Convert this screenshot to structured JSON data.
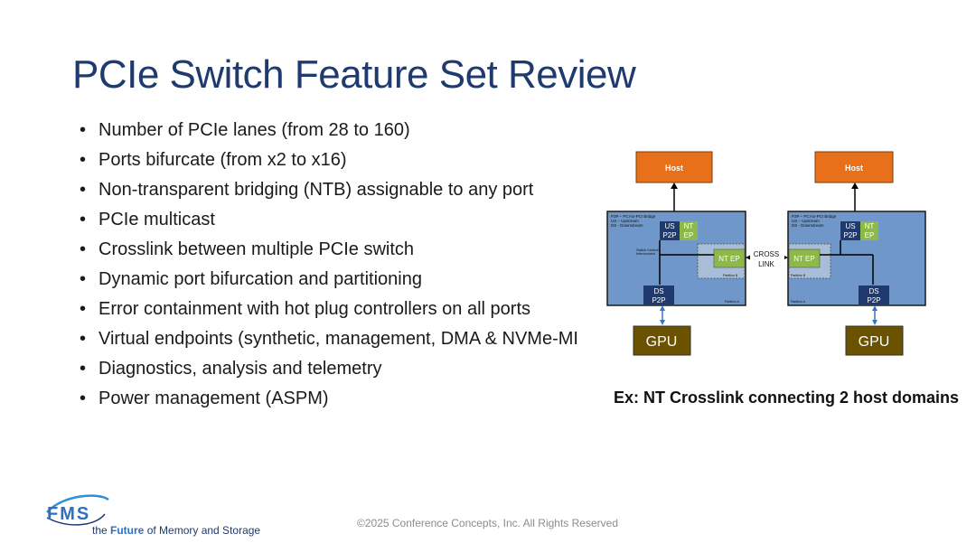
{
  "slide": {
    "title": "PCIe Switch Feature Set Review",
    "bullets": [
      "Number of PCIe lanes (from 28 to 160)",
      "Ports bifurcate (from x2 to x16)",
      "Non-transparent bridging (NTB) assignable to any port",
      "PCIe multicast",
      "Crosslink between multiple PCIe switch",
      "Dynamic port bifurcation and partitioning",
      "Error containment with hot plug controllers on all ports",
      "Virtual endpoints (synthetic, management, DMA & NVMe-MI",
      "Diagnostics, analysis and telemetry",
      "Power management (ASPM)"
    ],
    "caption": "Ex: NT Crosslink connecting 2 host domains",
    "footer": "©2025 Conference Concepts, Inc. All Rights Reserved"
  },
  "diagram": {
    "host_label": "Host",
    "gpu_label": "GPU",
    "legend": [
      "P2P – PCI-to-PCI Bridge",
      "US – Upstream",
      "DS - Downstream"
    ],
    "us_label": [
      "US",
      "P2P"
    ],
    "nt_label": [
      "NT",
      "EP"
    ],
    "nt_ep_label": "NT EP",
    "ds_label": [
      "DS",
      "P2P"
    ],
    "crosslink_label": [
      "CROSS",
      "LINK"
    ],
    "switch_central": [
      "Switch Central",
      "Interconnect"
    ],
    "partition_a": "Partition A",
    "partition_b": "Partition B",
    "colors": {
      "host": "#e8701a",
      "switch": "#6f97c9",
      "port": "#1f3a6e",
      "nt": "#8db84a",
      "gpu": "#6b5200"
    }
  },
  "logo": {
    "text": "FMS",
    "tagline_prefix": "the ",
    "tagline_highlight": "Future",
    "tagline_suffix": " of Memory and Storage"
  }
}
